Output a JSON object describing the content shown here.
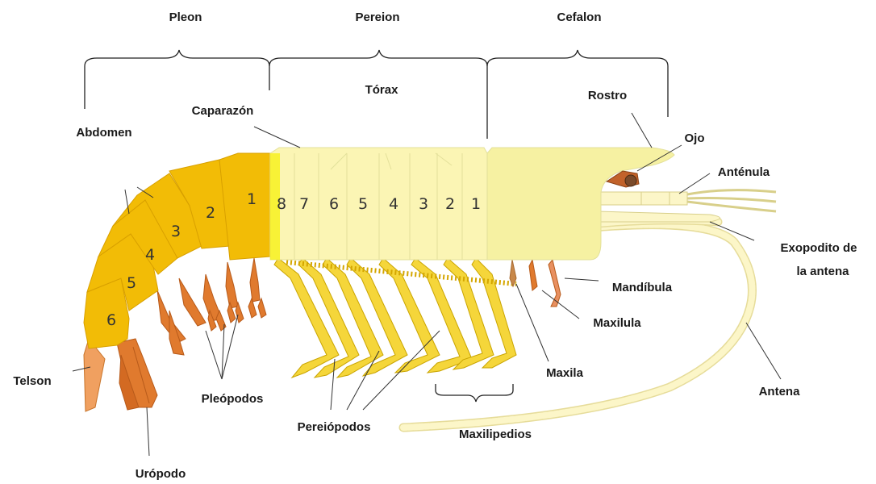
{
  "diagram": {
    "labels": {
      "pleon": "Pleon",
      "pereion": "Pereion",
      "cefalon": "Cefalon",
      "torax": "Tórax",
      "rostro": "Rostro",
      "caparazon": "Caparazón",
      "abdomen": "Abdomen",
      "ojo": "Ojo",
      "antenula": "Anténula",
      "exopodito_1": "Exopodito de",
      "exopodito_2": "la antena",
      "mandibula": "Mandíbula",
      "maxilula": "Maxilula",
      "maxila": "Maxila",
      "antena": "Antena",
      "telson": "Telson",
      "pleopodos": "Pleópodos",
      "pereiopodos": "Pereiópodos",
      "maxilipedios": "Maxilipedios",
      "uropodo": "Urópodo"
    },
    "abdomen_segments": [
      "1",
      "2",
      "3",
      "4",
      "5",
      "6"
    ],
    "thorax_segments": [
      "8",
      "7",
      "6",
      "5",
      "4",
      "3",
      "2",
      "1"
    ],
    "colors": {
      "abdomen": "#f2bc06",
      "thorax": "#fbf5b4",
      "cephalon": "#f6f1a2",
      "legs": "#f5d63a",
      "pleopods": "#e07a2e",
      "telson": "#f0a060",
      "eye": "#7a4a2a",
      "antenna": "#fcf6c8"
    }
  }
}
